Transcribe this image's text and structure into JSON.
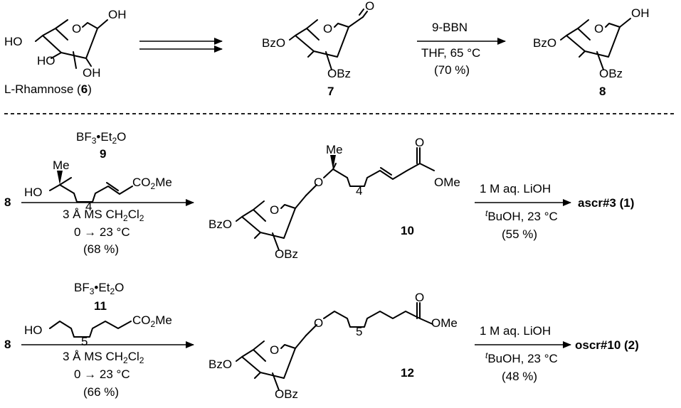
{
  "scheme1": {
    "sm_ho1": "HO",
    "sm_ho2": "HO",
    "sm_oh_top": "OH",
    "sm_oh_bottom": "OH",
    "sm_ring_o": "O",
    "sm_label_prefix": "L-Rhamnose (",
    "sm_label_num": "6",
    "sm_label_suffix": ")",
    "c7_bzo": "BzO",
    "c7_obz": "OBz",
    "c7_ring_o": "O",
    "c7_carbonyl_o": "O",
    "c7_label": "7",
    "step2_reagent1": "9-BBN",
    "step2_reagent2": "THF, 65 °C",
    "step2_yield": "(70 %)",
    "c8_bzo": "BzO",
    "c8_obz": "OBz",
    "c8_ring_o": "O",
    "c8_oh": "OH",
    "c8_label": "8"
  },
  "scheme2": {
    "start": "8",
    "lewis_acid": "BF3•Et2O",
    "reagent_label": "9",
    "me": "Me",
    "ho": "HO",
    "n": "4",
    "ester": "CO2Me",
    "cond1": "3 Å MS CH2Cl2",
    "cond2": "0 → 23 °C",
    "yield": "(68 %)",
    "p_bzo": "BzO",
    "p_obz": "OBz",
    "p_ring_o": "O",
    "p_link_o": "O",
    "p_me": "Me",
    "p_n": "4",
    "p_carbonyl_o": "O",
    "p_ome": "OMe",
    "p_label": "10",
    "hyd1": "1 M aq. LiOH",
    "hyd2_sup": "t",
    "hyd2": "BuOH, 23 °C",
    "hyd_yield": "(55 %)",
    "final": "ascr#3 (1)"
  },
  "scheme3": {
    "start": "8",
    "lewis_acid": "BF3•Et2O",
    "reagent_label": "11",
    "ho": "HO",
    "n": "5",
    "ester": "CO2Me",
    "cond1": "3 Å MS CH2Cl2",
    "cond2": "0 → 23 °C",
    "yield": "(66 %)",
    "p_bzo": "BzO",
    "p_obz": "OBz",
    "p_ring_o": "O",
    "p_link_o": "O",
    "p_n": "5",
    "p_carbonyl_o": "O",
    "p_ome": "OMe",
    "p_label": "12",
    "hyd1": "1 M aq. LiOH",
    "hyd2_sup": "t",
    "hyd2": "BuOH, 23 °C",
    "hyd_yield": "(48 %)",
    "final": "oscr#10 (2)"
  }
}
